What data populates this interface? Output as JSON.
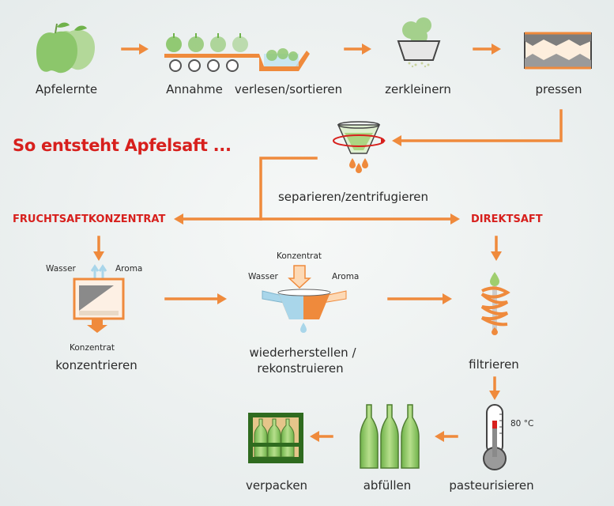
{
  "title": "So entsteht Apfelsaft ...",
  "steps": {
    "apfelernte": "Apfelernte",
    "annahme": "Annahme",
    "verlesen": "verlesen/sortieren",
    "zerkleinern": "zerkleinern",
    "pressen": "pressen",
    "separieren": "separieren/zentrifugieren",
    "konzentrieren": "konzentrieren",
    "wiederherstellen": "wiederherstellen /",
    "rekonstruieren": "rekonstruieren",
    "filtrieren": "filtrieren",
    "pasteurisieren": "pasteurisieren",
    "abfuellen": "abfüllen",
    "verpacken": "verpacken"
  },
  "branches": {
    "concentrate": "FRUCHTSAFTKONZENTRAT",
    "direct": "DIREKTSAFT"
  },
  "small_labels": {
    "wasser_left": "Wasser",
    "aroma_left": "Aroma",
    "konzentrat_out": "Konzentrat",
    "konzentrat_in": "Konzentrat",
    "wasser_mid": "Wasser",
    "aroma_mid": "Aroma",
    "temperature": "80 °C"
  },
  "colors": {
    "arrow": "#ef8a3c",
    "accent_red": "#d7201d",
    "apple_green": "#8cc66b",
    "juice_green": "#9fce6e",
    "water_blue": "#a9d6ea"
  }
}
